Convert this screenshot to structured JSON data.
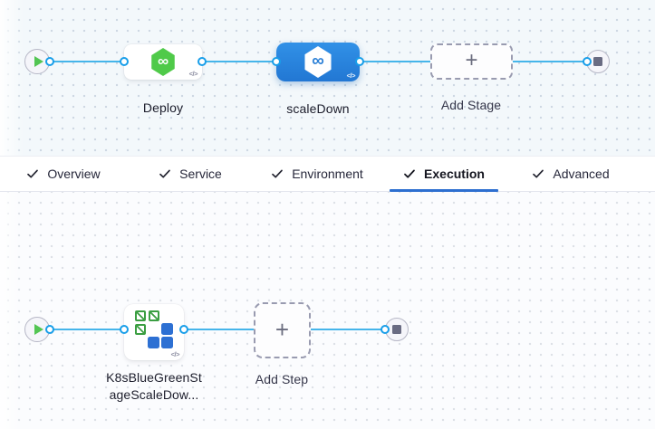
{
  "icons": {
    "infinity": "∞",
    "code": "</>",
    "plus": "+"
  },
  "colors": {
    "edge_blue": "#45b5ea",
    "selected_stage_blue": "#2b87e0",
    "deploy_green": "#4fca49",
    "tab_underline": "#2d6fd0",
    "play_green": "#53c553"
  },
  "stage_pipeline": {
    "stages": [
      {
        "label": "Deploy",
        "selected": false
      },
      {
        "label": "scaleDown",
        "selected": true
      }
    ],
    "add_stage_label": "Add Stage"
  },
  "tabs": [
    {
      "label": "Overview",
      "checked": true
    },
    {
      "label": "Service",
      "checked": true
    },
    {
      "label": "Environment",
      "checked": true
    },
    {
      "label": "Execution",
      "checked": true,
      "active": true
    },
    {
      "label": "Advanced",
      "checked": true
    }
  ],
  "execution_graph": {
    "step_name_line1": "K8sBlueGreenSt",
    "step_name_line2": "ageScaleDow...",
    "add_step_label": "Add Step"
  }
}
